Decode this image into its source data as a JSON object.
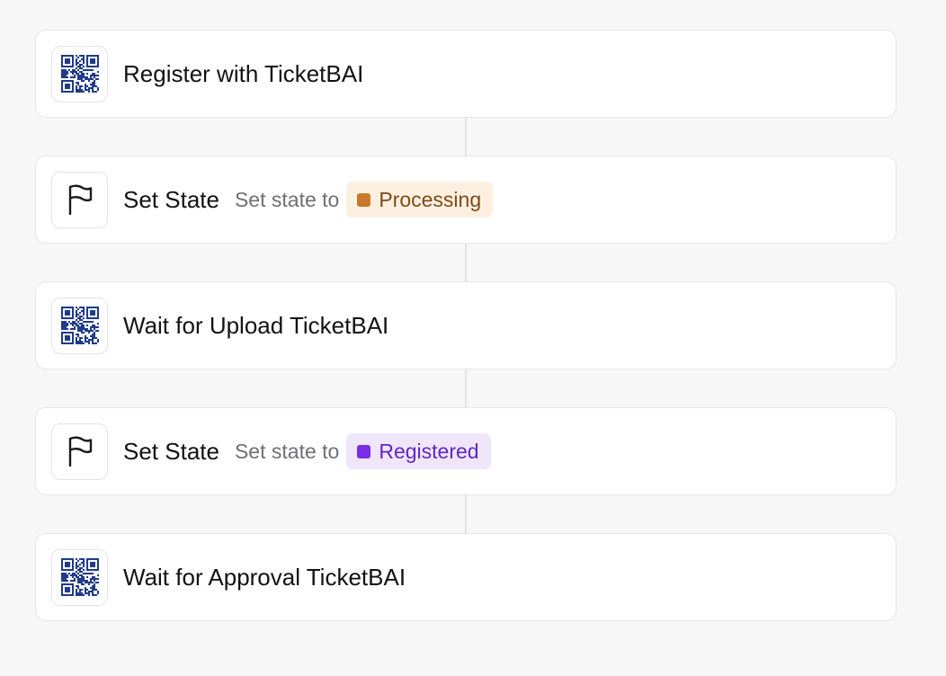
{
  "steps": [
    {
      "type": "action",
      "icon": "qr-code-icon",
      "title": "Register with TicketBAI"
    },
    {
      "type": "set-state",
      "icon": "flag-icon",
      "title": "Set State",
      "description": "Set state to",
      "state": {
        "label": "Processing",
        "dot_color": "#c97a28",
        "bg_color": "#fdf0e1",
        "text_color": "#7d4a17"
      }
    },
    {
      "type": "action",
      "icon": "qr-code-icon",
      "title": "Wait for Upload TicketBAI"
    },
    {
      "type": "set-state",
      "icon": "flag-icon",
      "title": "Set State",
      "description": "Set state to",
      "state": {
        "label": "Registered",
        "dot_color": "#7a2ce6",
        "bg_color": "#efe6fc",
        "text_color": "#6327c4"
      }
    },
    {
      "type": "action",
      "icon": "qr-code-icon",
      "title": "Wait for Approval TicketBAI"
    }
  ],
  "colors": {
    "qr_icon": "#1f3b8a",
    "flag_icon": "#1a1a1a"
  }
}
